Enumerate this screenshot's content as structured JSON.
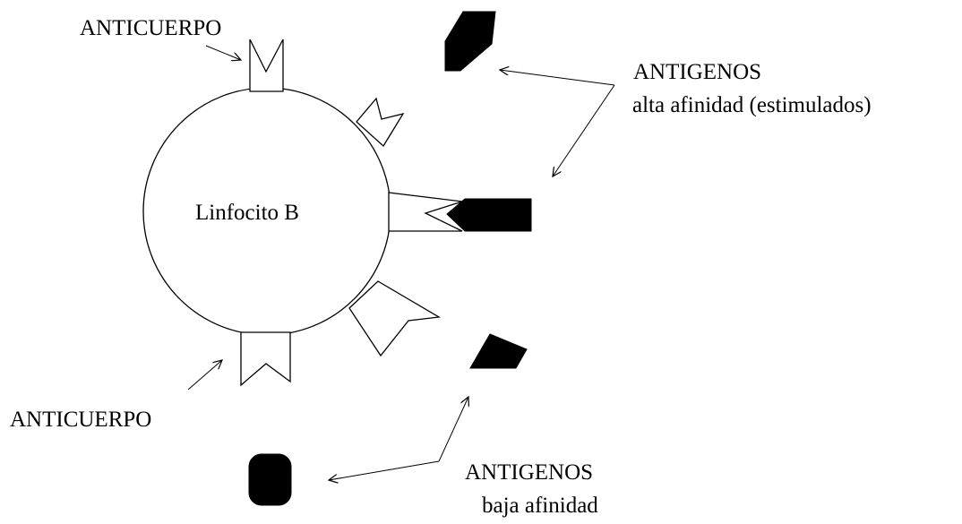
{
  "labels": {
    "antibody_top": "ANTICUERPO",
    "antibody_bottom": "ANTICUERPO",
    "cell": "Linfocito B",
    "antigens_high_line1": "ANTIGENOS",
    "antigens_high_line2": "alta afinidad (estimulados)",
    "antigens_low_line1": "ANTIGENOS",
    "antigens_low_line2": "baja afinidad"
  },
  "colors": {
    "stroke": "#000000",
    "fill_antigen": "#000000",
    "background": "#ffffff"
  }
}
